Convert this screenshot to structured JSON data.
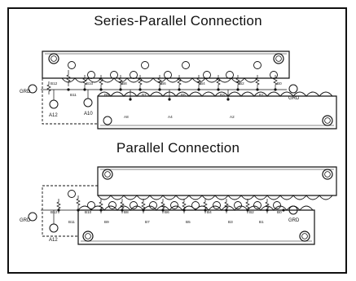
{
  "titles": {
    "top": "Series-Parallel Connection",
    "bottom": "Parallel Connection"
  },
  "colors": {
    "ink": "#111111",
    "paper": "#ffffff"
  },
  "top_diagram": {
    "ground_left": "GRD",
    "ground_right": "GRD",
    "bottom_terminals": [
      "A12",
      "A10"
    ],
    "cell_labels": [
      "B12",
      "B11",
      "B10",
      "B9",
      "B8",
      "B7",
      "B6",
      "B5",
      "B4",
      "B3",
      "B2",
      "B1",
      "B0"
    ],
    "lower_bus_labels": [
      "A8",
      "A4",
      "A2"
    ]
  },
  "bottom_diagram": {
    "ground_left": "GRD",
    "ground_right": "GRD",
    "bottom_terminals": [
      "A12"
    ],
    "cell_labels": [
      "B12",
      "B11",
      "B10",
      "B9",
      "B8",
      "B7",
      "B6",
      "B5",
      "B4",
      "B3",
      "B2",
      "B1",
      "B0"
    ]
  }
}
